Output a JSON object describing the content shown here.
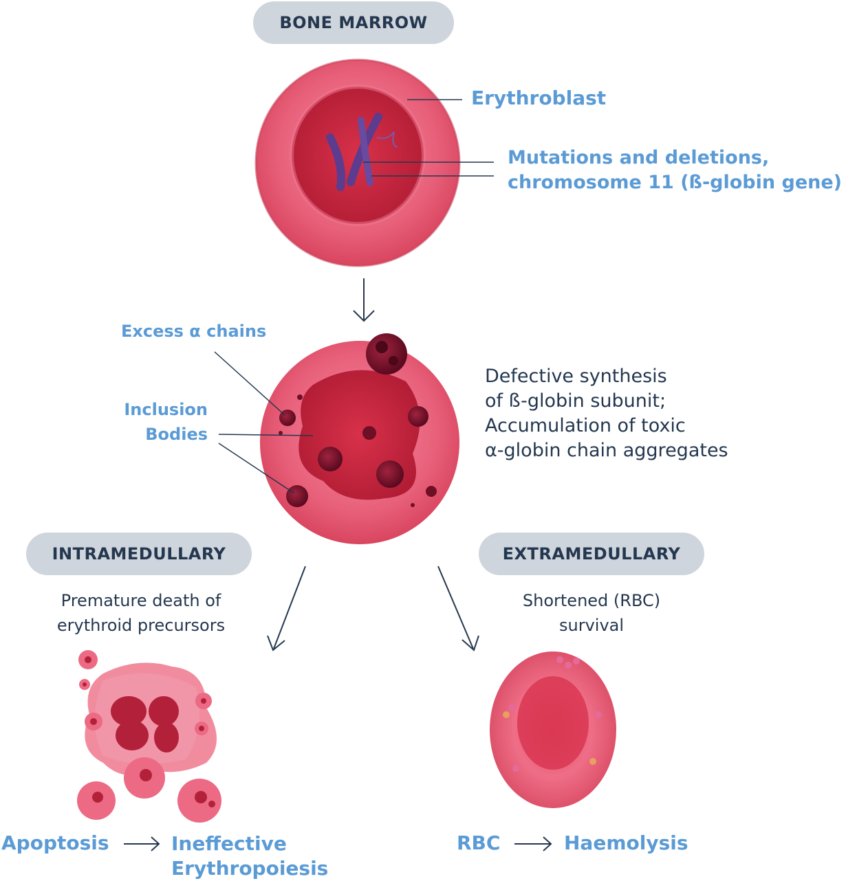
{
  "labels": {
    "bone_marrow": "BONE MARROW",
    "erythroblast": "Erythroblast",
    "mutations_line1": "Mutations and deletions,",
    "mutations_line2": "chromosome 11 (ß-globin gene)",
    "excess_alpha": "Excess α chains",
    "inclusion_line1": "Inclusion",
    "inclusion_line2": "Bodies",
    "defective_line1": "Defective synthesis",
    "defective_line2": "of ß-globin subunit;",
    "defective_line3": "Accumulation of toxic",
    "defective_line4": "α-globin chain aggregates",
    "intramedullary": "INTRAMEDULLARY",
    "extramedullary": "EXTRAMEDULLARY",
    "premature_line1": "Premature death of",
    "premature_line2": "erythroid precursors",
    "shortened_line1": "Shortened (RBC)",
    "shortened_line2": "survival",
    "apoptosis": "Apoptosis",
    "ineffective_line1": "Ineffective",
    "ineffective_line2": "Erythropoiesis",
    "rbc": "RBC",
    "haemolysis": "Haemolysis"
  },
  "colors": {
    "accent_blue": "#5b9bd5",
    "dark_text": "#24374f",
    "pill_bg": "#cfd5dc",
    "cell_pink": "#e9607a",
    "nucleus_red": "#c8243e",
    "inclusion_dark": "#6e0f26"
  }
}
